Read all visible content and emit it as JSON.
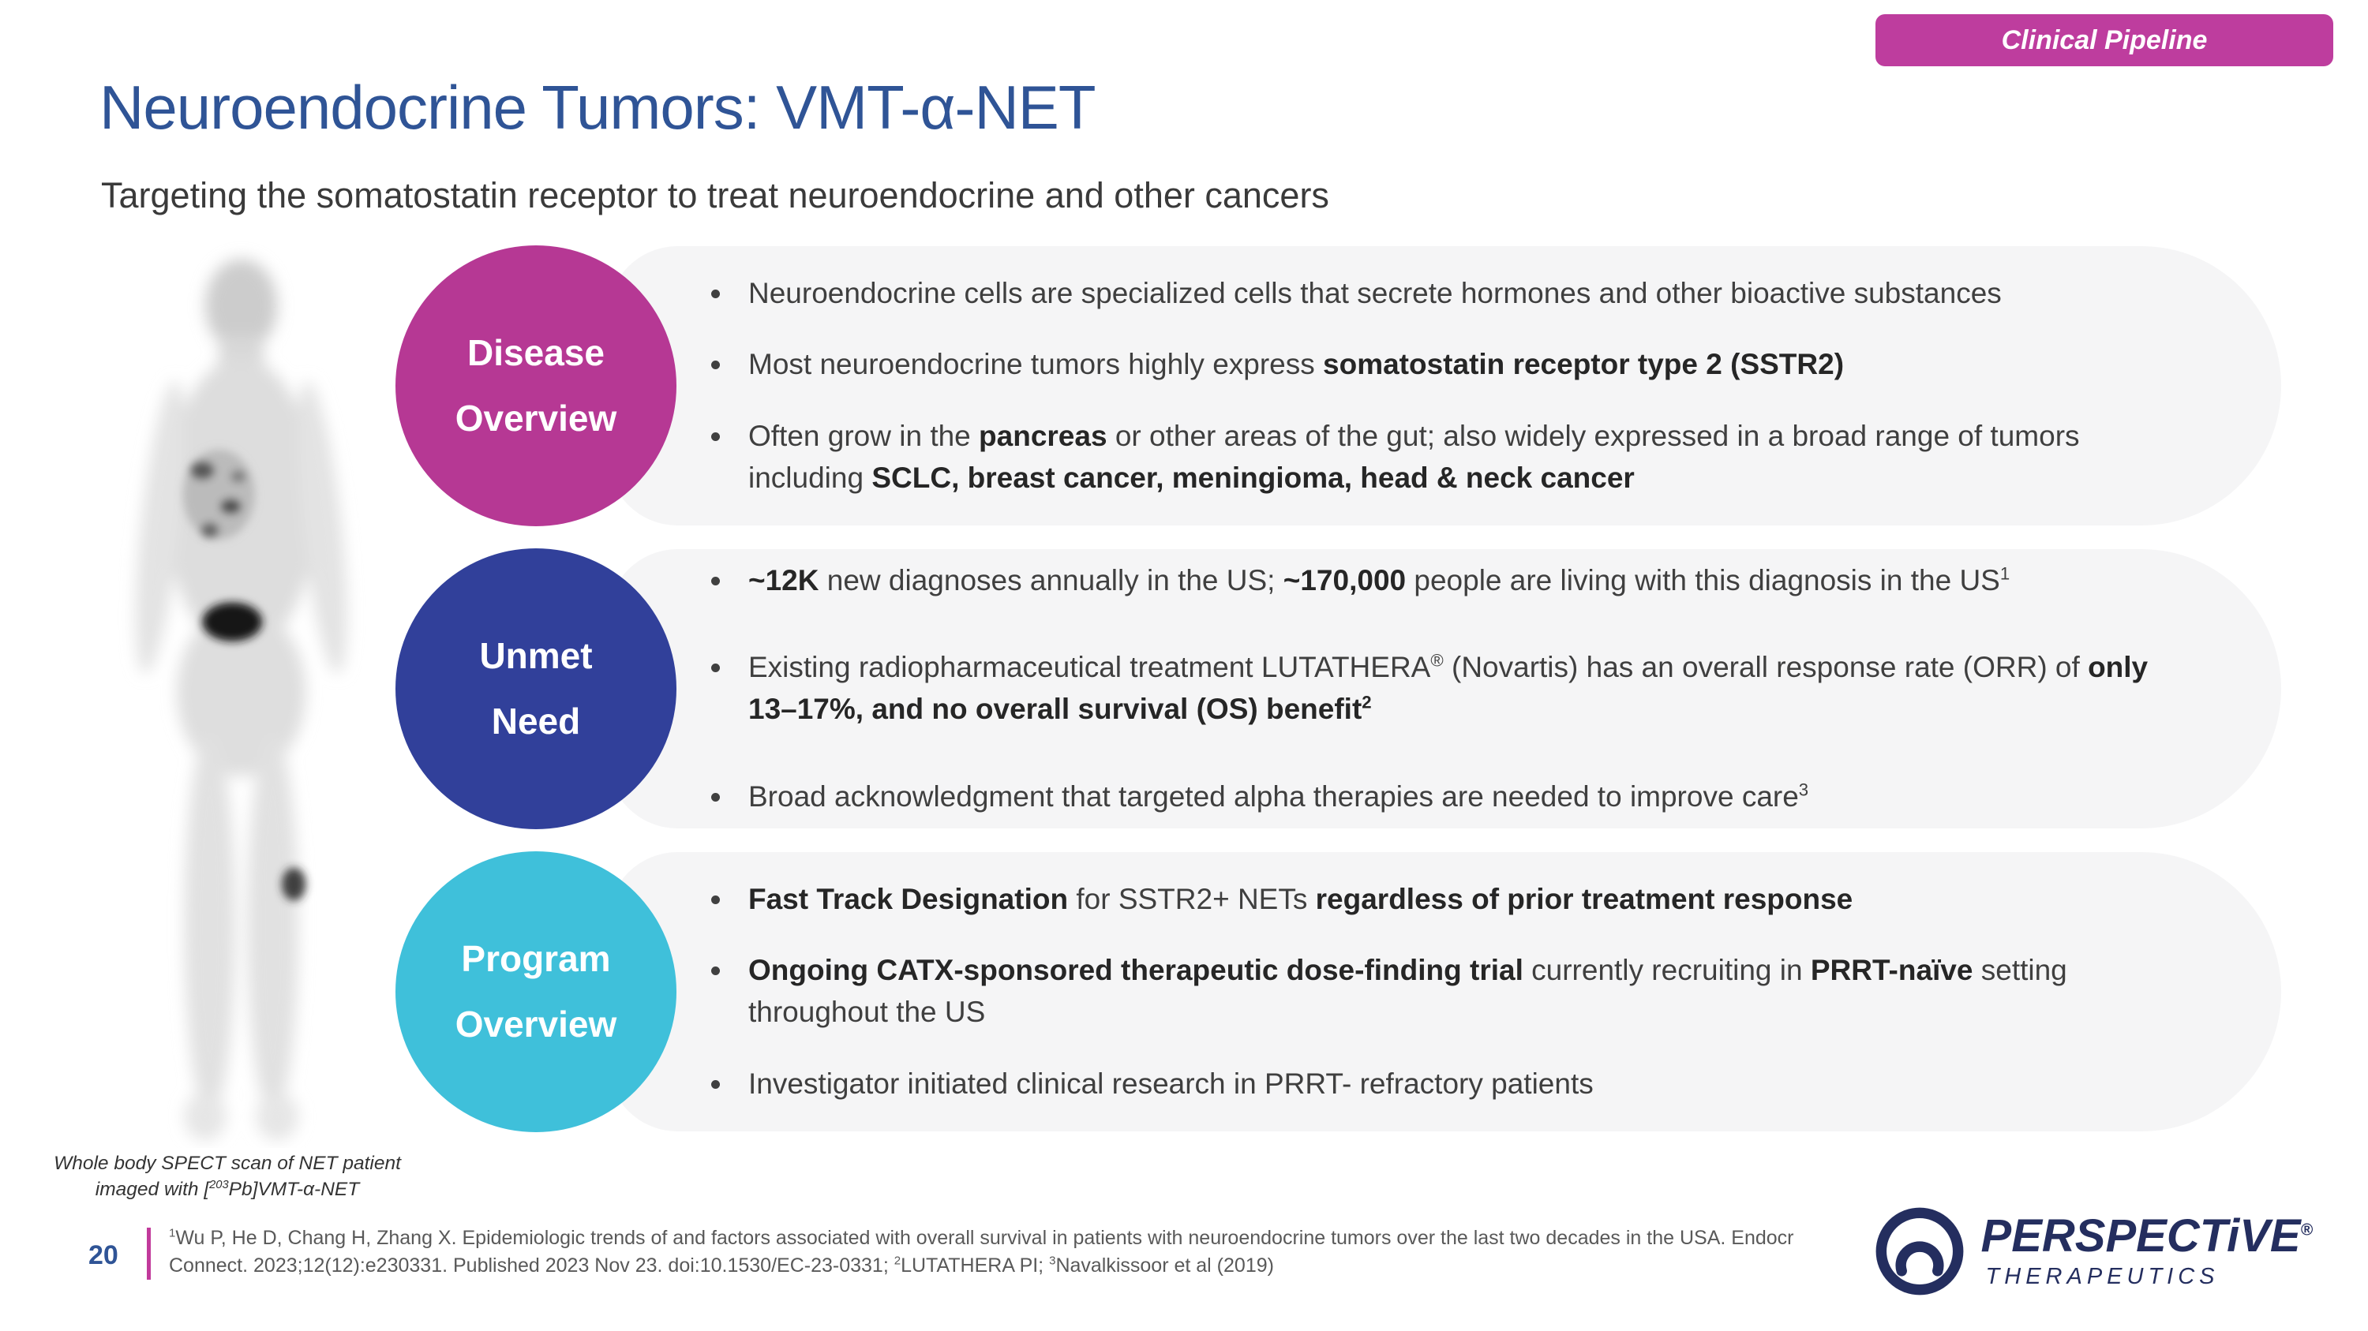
{
  "badge": {
    "label": "Clinical Pipeline"
  },
  "header": {
    "title": "Neuroendocrine Tumors: VMT-α-NET",
    "subtitle": "Targeting the somatostatin receptor to treat neuroendocrine and other cancers"
  },
  "colors": {
    "badge_bg": "#BE3D9E",
    "disease_circle": "#B63894",
    "unmet_circle": "#31409A",
    "program_circle": "#3FC0DA",
    "title_blue": "#2F5496",
    "accent_pink": "#C13A9B",
    "logo_navy": "#242E5F"
  },
  "scan": {
    "caption_segments": [
      {
        "t": "Whole body SPECT scan of NET patient imaged with ["
      },
      {
        "t": "203",
        "sup": true
      },
      {
        "t": "Pb]VMT-"
      },
      {
        "t": "α"
      },
      {
        "t": "-NET"
      }
    ]
  },
  "sections": [
    {
      "label_line1": "Disease",
      "label_line2": "Overview",
      "circle_color": "#B63894",
      "bullets": [
        [
          {
            "t": "Neuroendocrine cells are specialized cells that secrete hormones and other bioactive substances"
          }
        ],
        [
          {
            "t": "Most neuroendocrine tumors highly express "
          },
          {
            "t": "somatostatin receptor type 2 (SSTR2)",
            "b": true
          }
        ],
        [
          {
            "t": "Often grow in the "
          },
          {
            "t": "pancreas",
            "b": true
          },
          {
            "t": " or other areas of the gut; also widely expressed in a broad range of tumors including "
          },
          {
            "t": "SCLC, breast cancer, meningioma, head & neck cancer",
            "b": true
          }
        ]
      ]
    },
    {
      "label_line1": "Unmet",
      "label_line2": "Need",
      "circle_color": "#31409A",
      "bullets": [
        [
          {
            "t": "~12K",
            "b": true
          },
          {
            "t": " new diagnoses annually in the US; "
          },
          {
            "t": "~170,000",
            "b": true
          },
          {
            "t": " people are living with this diagnosis in the US"
          },
          {
            "t": "1",
            "sup": true
          }
        ],
        [
          {
            "t": "Existing radiopharmaceutical treatment LUTATHERA"
          },
          {
            "t": "®",
            "sup": true
          },
          {
            "t": " (Novartis) has an overall response rate (ORR) of "
          },
          {
            "t": "only 13–17%, and no overall survival (OS) benefit",
            "b": true
          },
          {
            "t": "2",
            "b": true,
            "sup": true
          }
        ],
        [
          {
            "t": "Broad acknowledgment that targeted alpha therapies are needed to improve care"
          },
          {
            "t": "3",
            "sup": true
          }
        ]
      ]
    },
    {
      "label_line1": "Program",
      "label_line2": "Overview",
      "circle_color": "#3FC0DA",
      "bullets": [
        [
          {
            "t": "Fast Track Designation",
            "b": true
          },
          {
            "t": " for SSTR2+ NETs "
          },
          {
            "t": "regardless of prior treatment response",
            "b": true
          }
        ],
        [
          {
            "t": "Ongoing CATX-sponsored therapeutic dose-finding trial",
            "b": true
          },
          {
            "t": " currently recruiting in "
          },
          {
            "t": "PRRT-naïve",
            "b": true
          },
          {
            "t": " setting throughout the US"
          }
        ],
        [
          {
            "t": "Investigator initiated clinical research in PRRT- refractory patients"
          }
        ]
      ]
    }
  ],
  "footer": {
    "page_number": "20",
    "footnote_segments": [
      {
        "t": "1",
        "sup": true
      },
      {
        "t": "Wu P, He D, Chang H, Zhang X. Epidemiologic trends of and factors associated with overall survival in patients with neuroendocrine tumors over the last two decades in the USA. Endocr Connect. 2023;12(12):e230331. Published 2023 Nov 23. doi:10.1530/EC-23-0331;  "
      },
      {
        "t": "2",
        "sup": true
      },
      {
        "t": "LUTATHERA PI;  "
      },
      {
        "t": "3",
        "sup": true
      },
      {
        "t": "Navalkissoor et al (2019)"
      }
    ]
  },
  "logo": {
    "wordmark": "PERSPECTiVE",
    "registered": "®",
    "subtext": "THERAPEUTICS"
  }
}
